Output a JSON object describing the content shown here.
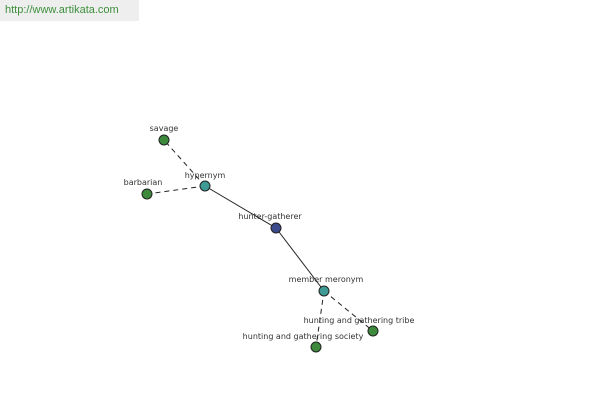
{
  "banner": {
    "url": "http://www.artikata.com"
  },
  "graph": {
    "colors": {
      "center": "#3b4a8a",
      "relation": "#3d9a95",
      "leaf": "#3d8a3d",
      "edge": "#222222"
    },
    "nodes": [
      {
        "id": "hunter-gatherer",
        "label": "hunter-gatherer",
        "kind": "center"
      },
      {
        "id": "hypernym",
        "label": "hypernym",
        "kind": "relation"
      },
      {
        "id": "member-meronym",
        "label": "member meronym",
        "kind": "relation"
      },
      {
        "id": "savage",
        "label": "savage",
        "kind": "leaf"
      },
      {
        "id": "barbarian",
        "label": "barbarian",
        "kind": "leaf"
      },
      {
        "id": "hunting-and-gathering-tribe",
        "label": "hunting and gathering tribe",
        "kind": "leaf"
      },
      {
        "id": "hunting-and-gathering-society",
        "label": "hunting and gathering society",
        "kind": "leaf"
      }
    ],
    "edges": [
      {
        "from": "hunter-gatherer",
        "to": "hypernym",
        "style": "solid"
      },
      {
        "from": "hunter-gatherer",
        "to": "member-meronym",
        "style": "solid"
      },
      {
        "from": "hypernym",
        "to": "savage",
        "style": "dashed"
      },
      {
        "from": "hypernym",
        "to": "barbarian",
        "style": "dashed"
      },
      {
        "from": "member-meronym",
        "to": "hunting-and-gathering-tribe",
        "style": "dashed"
      },
      {
        "from": "member-meronym",
        "to": "hunting-and-gathering-society",
        "style": "dashed"
      }
    ]
  }
}
